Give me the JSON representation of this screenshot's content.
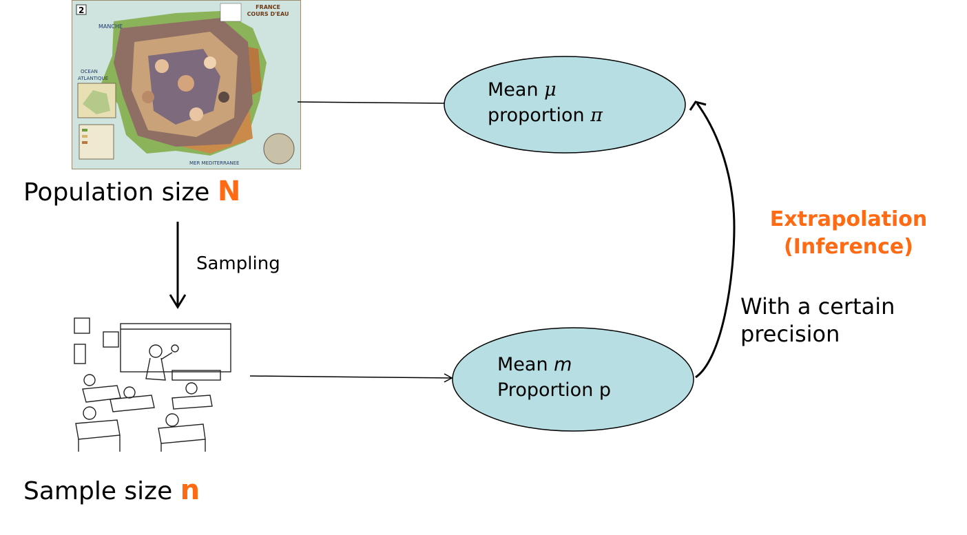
{
  "population": {
    "label": "Population size ",
    "symbol": "N",
    "map_texts": {
      "card": "2",
      "title": "FRANCE",
      "subtitle": "COURS D'EAU",
      "manche": "MANCHE",
      "ocean": "OCEAN",
      "atlantique": "ATLANTIQUE",
      "mer": "MER MEDITERRANEE"
    }
  },
  "sample": {
    "label": "Sample size ",
    "symbol": "n"
  },
  "sampling_label": "Sampling",
  "population_params": {
    "mean_label": "Mean ",
    "mean_symbol": "μ",
    "proportion_label": "proportion ",
    "proportion_symbol": "π"
  },
  "sample_stats": {
    "mean_label": "Mean ",
    "mean_symbol": "m",
    "proportion_label": "Proportion p"
  },
  "inference": {
    "line1": "Extrapolation",
    "line2": "(Inference)"
  },
  "precision": {
    "line1": "With a certain",
    "line2": "precision"
  },
  "colors": {
    "ellipse_fill": "#b7dee2",
    "accent": "#ff6a13",
    "map_land": "#8bb35a",
    "map_sea": "#cfe3df"
  }
}
